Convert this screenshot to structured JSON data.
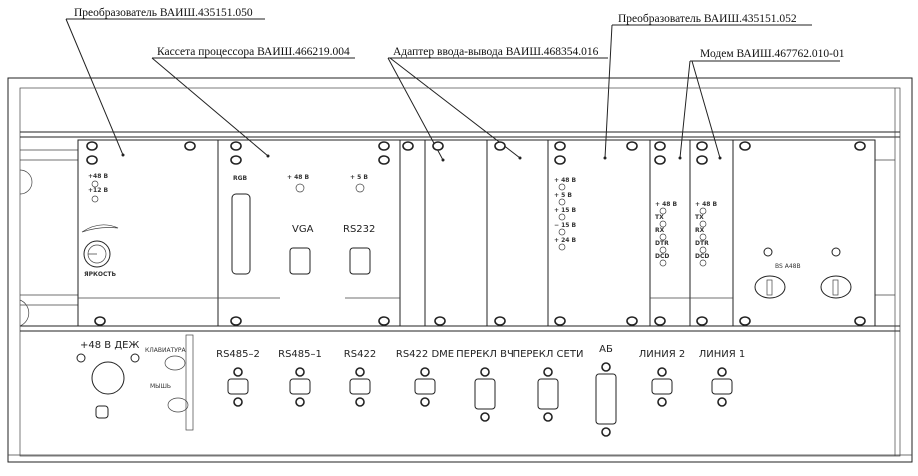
{
  "callouts": {
    "converter_050": "Преобразователь ВАИШ.435151.050",
    "processor_cassette": "Кассета процессора ВАИШ.466219.004",
    "io_adapter": "Адаптер ввода-вывода ВАИШ.468354.016",
    "converter_052": "Преобразователь ВАИШ.435151.052",
    "modem": "Модем ВАИШ.467762.010-01"
  },
  "left_panel": {
    "v48": "+48 В",
    "v12": "+12 В",
    "brightness": "ЯРКОСТЬ"
  },
  "processor": {
    "rgb": "RGB",
    "v48": "+ 48 В",
    "v5": "+ 5 В",
    "vga": "VGA",
    "rs232": "RS232"
  },
  "converter_052": {
    "indicators": [
      "+ 48 В",
      "+ 5 В",
      "+ 15 В",
      "− 15 В",
      "+ 24 В"
    ]
  },
  "modem": {
    "indicators": [
      "+ 48 В",
      "TX",
      "RX",
      "DTR",
      "DCD"
    ]
  },
  "right_panel": {
    "label": "BS A48B"
  },
  "bottom_panel": {
    "power": "+48 В ДЕЖ",
    "keyboard": "КЛАВИАТУРА",
    "mouse": "МЫШЬ",
    "connectors": [
      {
        "label": "RS485–2"
      },
      {
        "label": "RS485–1"
      },
      {
        "label": "RS422"
      },
      {
        "label": "RS422 DME"
      },
      {
        "label": "ПЕРЕКЛ ВЧ"
      },
      {
        "label": "ПЕРЕКЛ СЕТИ"
      },
      {
        "label": "АБ"
      },
      {
        "label": "ЛИНИЯ 2"
      },
      {
        "label": "ЛИНИЯ 1"
      }
    ]
  }
}
